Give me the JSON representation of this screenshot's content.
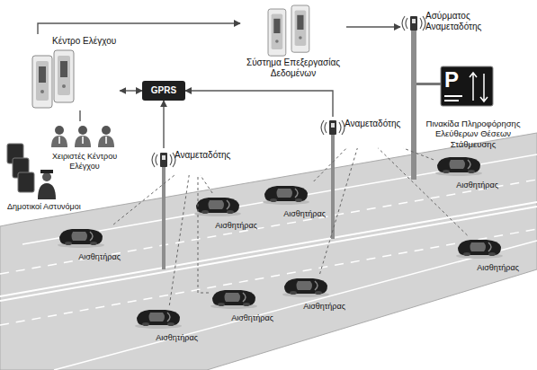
{
  "diagram": {
    "nodes": [
      {
        "text": [
          "Κέντρο Ελέγχου"
        ]
      },
      {
        "text": [
          "GPRS"
        ]
      },
      {
        "text": [
          "Σύστημα Επεξεργασίας Δεδομένων"
        ]
      },
      {
        "text": [
          "Ασύρματος Αναμεταδότης"
        ]
      },
      {
        "text": [
          "Πινακίδα Πληροφόρησης Ελεύθερων Θέσεων Στάθμευσης"
        ]
      },
      {
        "text": [
          "Αναμεταδότης"
        ]
      },
      {
        "text": [
          "Αναμεταδότης"
        ]
      },
      {
        "text": [
          "Χειριστές Κέντρου Ελέγχου"
        ]
      },
      {
        "text": [
          "Δημοτικοί Αστυνόμοι"
        ]
      },
      {
        "text": [
          "Αισθητήρας"
        ]
      },
      {
        "text": [
          "Αισθητήρας"
        ]
      },
      {
        "text": [
          "Αισθητήρας"
        ]
      },
      {
        "text": [
          "Αισθητήρας"
        ]
      },
      {
        "text": [
          "Αισθητήρας"
        ]
      },
      {
        "text": [
          "Αισθητήρας"
        ]
      },
      {
        "text": [
          "Αισθητήρας"
        ]
      },
      {
        "text": [
          "Αισθητήρας"
        ]
      }
    ],
    "edges": [
      {
        "from": 0,
        "to": 1,
        "arrow": "both"
      },
      {
        "from": 0,
        "to": 2,
        "arrow": "to"
      },
      {
        "from": 2,
        "to": 3,
        "arrow": "to"
      },
      {
        "from": 6,
        "to": 1,
        "arrow": "to"
      },
      {
        "from": 5,
        "to": 1,
        "arrow": "to"
      },
      {
        "from": 7,
        "to": 0,
        "arrow": "none"
      },
      {
        "from": 12,
        "to": 6,
        "arrow": "none"
      },
      {
        "from": 11,
        "to": 6,
        "arrow": "none"
      },
      {
        "from": 16,
        "to": 6,
        "arrow": "none"
      },
      {
        "from": 15,
        "to": 6,
        "arrow": "none"
      },
      {
        "from": 10,
        "to": 5,
        "arrow": "none"
      },
      {
        "from": 9,
        "to": 5,
        "arrow": "none"
      },
      {
        "from": 14,
        "to": 5,
        "arrow": "none"
      },
      {
        "from": 13,
        "to": 5,
        "arrow": "none"
      }
    ],
    "labels": [
      "P"
    ]
  }
}
